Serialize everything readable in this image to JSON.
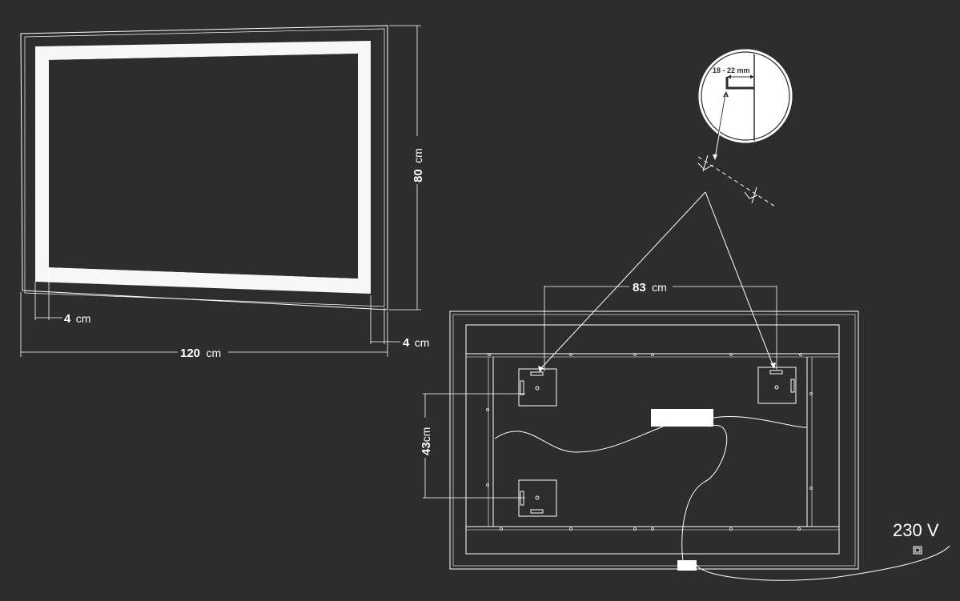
{
  "front_view": {
    "width_value": "120",
    "width_unit": "cm",
    "height_value": "80",
    "height_unit": "cm",
    "led_margin_left_value": "4",
    "led_margin_left_unit": "cm",
    "led_margin_right_value": "4",
    "led_margin_right_unit": "cm"
  },
  "back_view": {
    "hook_spacing_value": "83",
    "hook_spacing_unit": "cm",
    "hook_vertical_value": "43",
    "hook_vertical_unit": "cm"
  },
  "detail": {
    "gap_label": "18 - 22 mm"
  },
  "power": {
    "voltage_label": "230 V"
  },
  "colors": {
    "background": "#2d2d2d",
    "line": "#ffffff",
    "led_strip": "#f7f7f7"
  }
}
